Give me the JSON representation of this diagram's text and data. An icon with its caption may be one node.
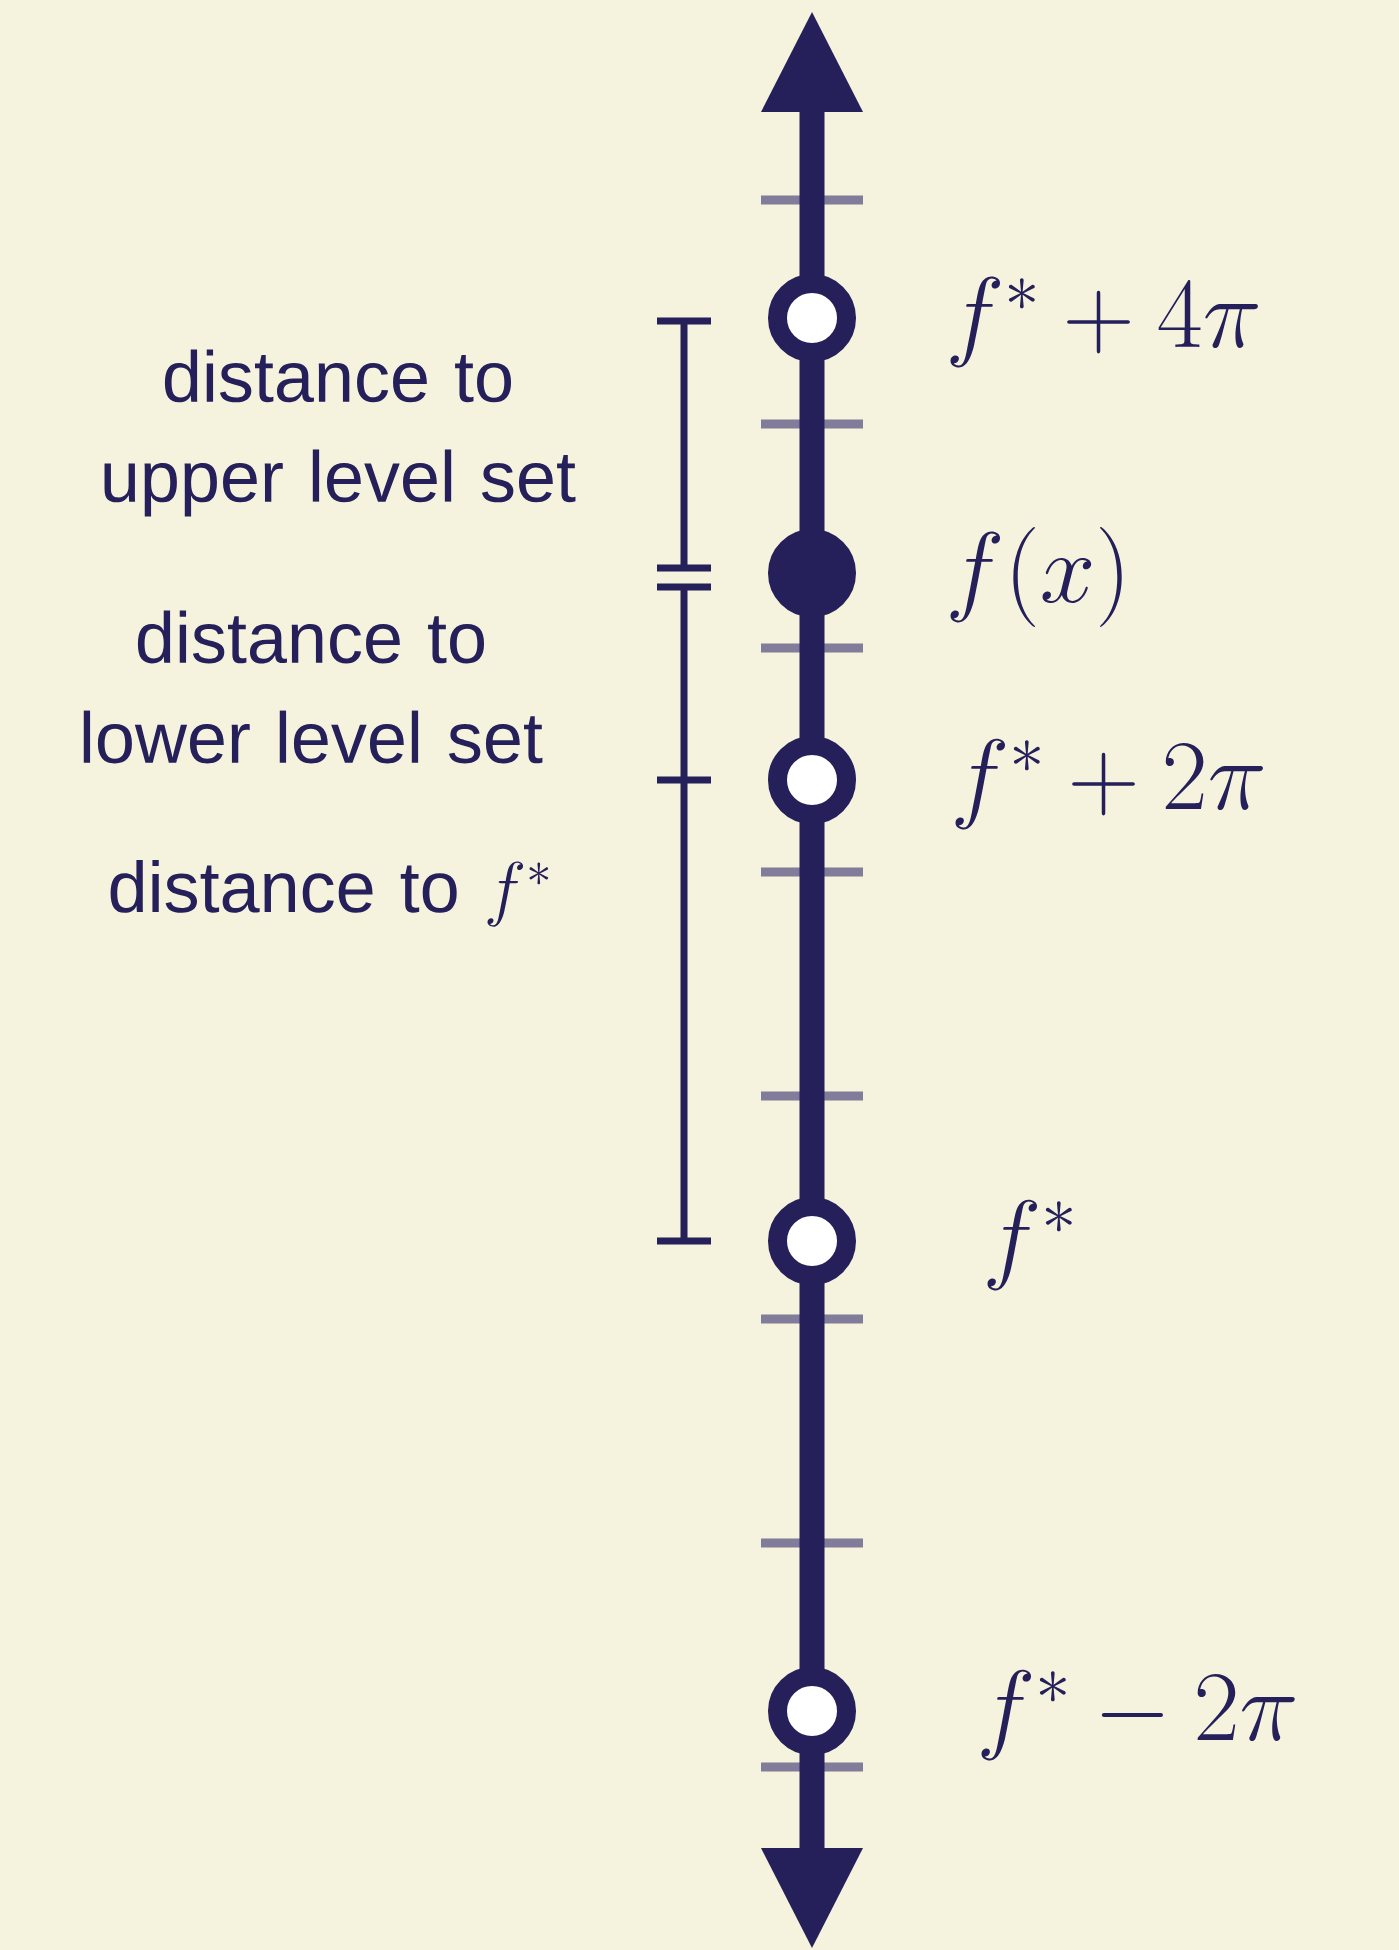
{
  "diagram": {
    "nodes": [
      {
        "text": [],
        "shape": "circle"
      },
      {
        "text": [],
        "shape": "dot"
      },
      {
        "text": [],
        "shape": "circle"
      },
      {
        "text": [],
        "shape": "circle"
      },
      {
        "text": [],
        "shape": "circle"
      }
    ],
    "labels": [
      "f^{*}+4\\pi",
      "distance to upper level set",
      "f(x)",
      "distance to lower level set",
      "f^{*}+2\\pi",
      "\\mbox{distance to }f^{*}",
      "f^{*}",
      "f^{*}-2\\pi"
    ]
  }
}
